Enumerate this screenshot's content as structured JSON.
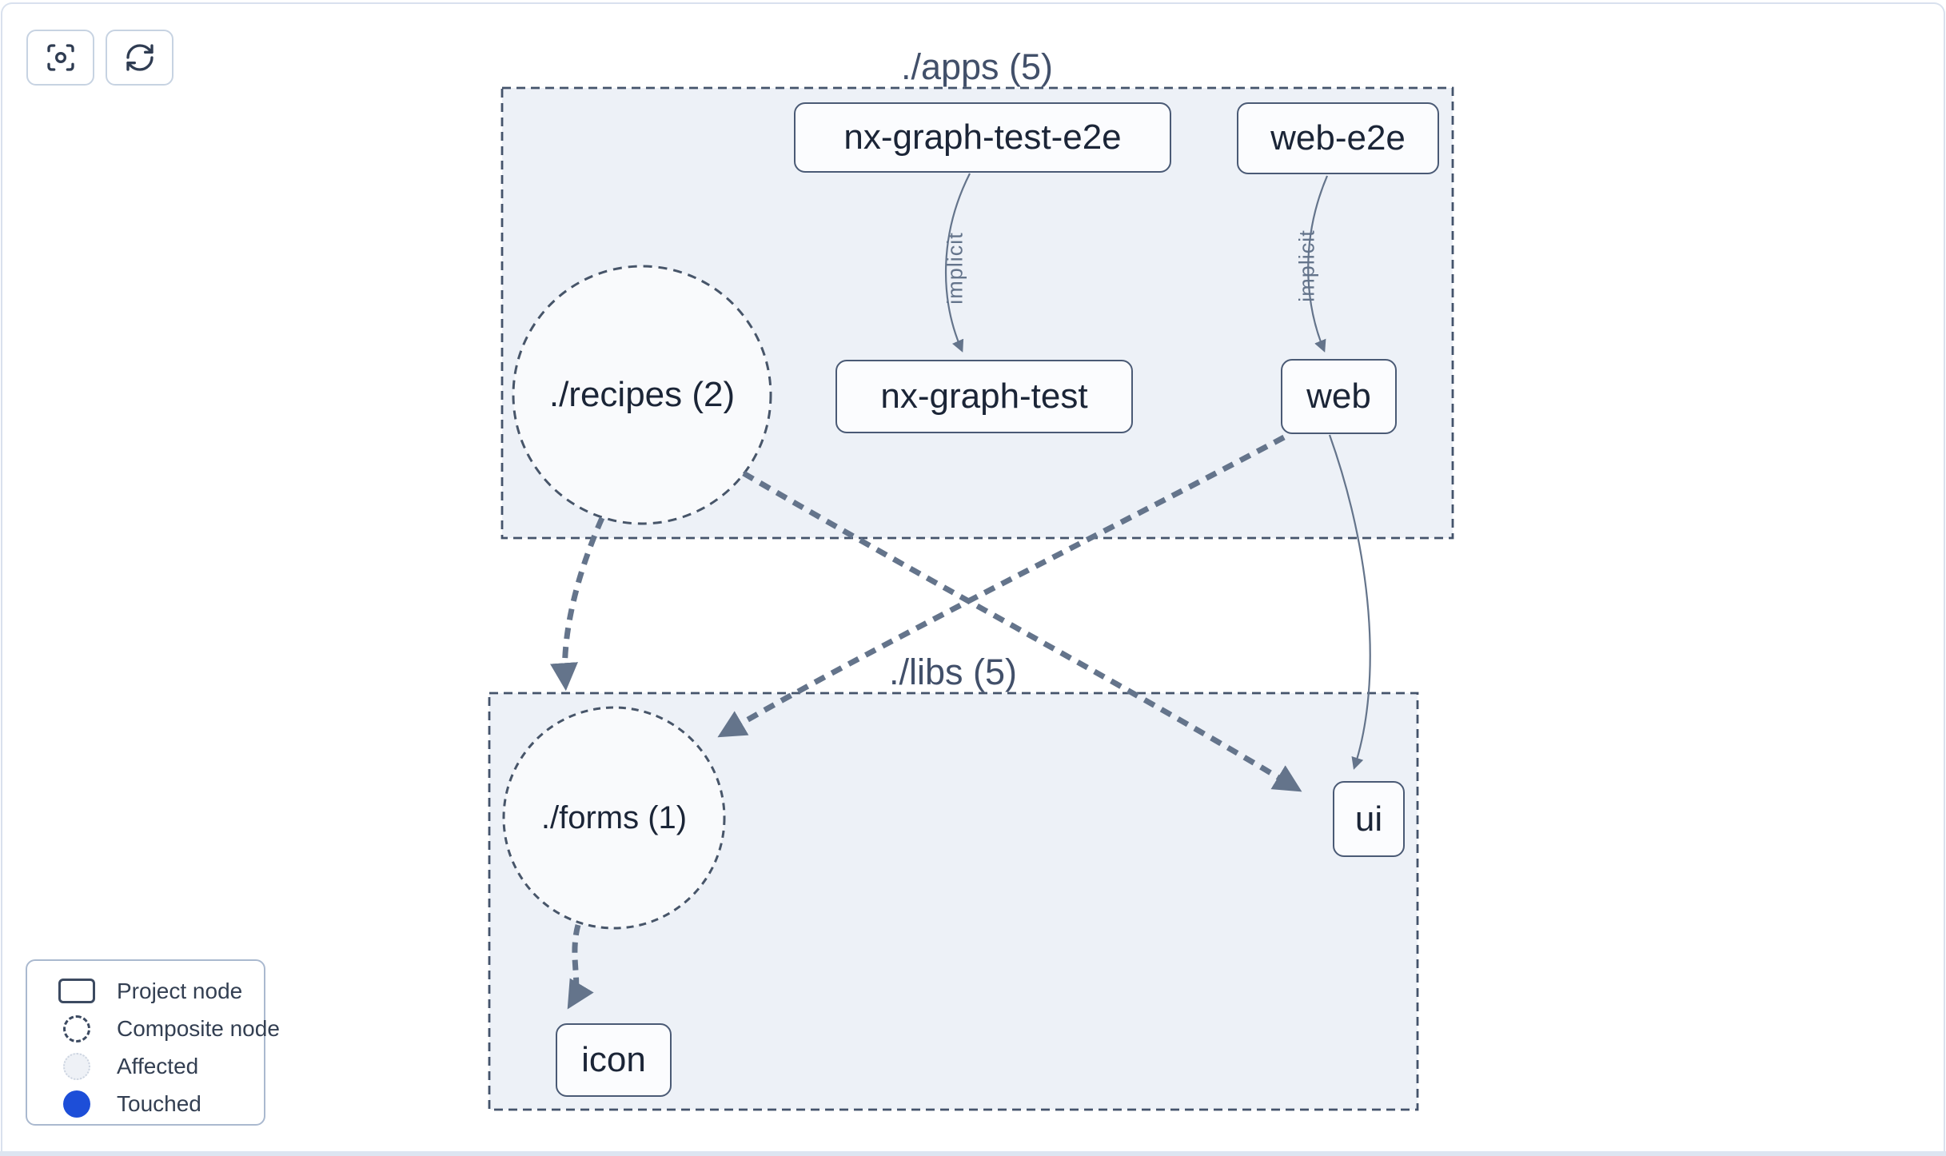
{
  "toolbar": {
    "buttons": [
      {
        "name": "center-graph",
        "icon": "focus-icon"
      },
      {
        "name": "refresh-graph",
        "icon": "refresh-icon"
      }
    ]
  },
  "graph": {
    "groups": [
      {
        "id": "apps",
        "label": "./apps (5)"
      },
      {
        "id": "libs",
        "label": "./libs (5)"
      }
    ],
    "nodes": [
      {
        "id": "nx-graph-test-e2e",
        "label": "nx-graph-test-e2e",
        "type": "project"
      },
      {
        "id": "web-e2e",
        "label": "web-e2e",
        "type": "project"
      },
      {
        "id": "recipes",
        "label": "./recipes (2)",
        "type": "composite"
      },
      {
        "id": "nx-graph-test",
        "label": "nx-graph-test",
        "type": "project"
      },
      {
        "id": "web",
        "label": "web",
        "type": "project"
      },
      {
        "id": "forms",
        "label": "./forms (1)",
        "type": "composite"
      },
      {
        "id": "ui",
        "label": "ui",
        "type": "project"
      },
      {
        "id": "icon",
        "label": "icon",
        "type": "project"
      }
    ],
    "edges": [
      {
        "from": "nx-graph-test-e2e",
        "to": "nx-graph-test",
        "label": "implicit",
        "style": "solid"
      },
      {
        "from": "web-e2e",
        "to": "web",
        "label": "implicit",
        "style": "solid"
      },
      {
        "from": "web",
        "to": "ui",
        "label": "",
        "style": "solid"
      },
      {
        "from": "recipes",
        "to": "forms",
        "label": "",
        "style": "dashed"
      },
      {
        "from": "recipes",
        "to": "ui",
        "label": "",
        "style": "dashed"
      },
      {
        "from": "web",
        "to": "forms",
        "label": "",
        "style": "dashed"
      },
      {
        "from": "forms",
        "to": "icon",
        "label": "",
        "style": "dashed"
      }
    ]
  },
  "legend": {
    "items": [
      {
        "label": "Project node",
        "swatch": "project-outline"
      },
      {
        "label": "Composite node",
        "swatch": "dashed-circle"
      },
      {
        "label": "Affected",
        "swatch": "light-circle"
      },
      {
        "label": "Touched",
        "swatch": "blue-circle"
      }
    ]
  },
  "colors": {
    "group_fill": "#edf1f7",
    "group_border": "#44536b",
    "node_border": "#4a5a75",
    "node_fill": "#fbfcfe",
    "edge": "#64748b",
    "text": "#1b2537",
    "touched_blue": "#1d4ed8",
    "frame_border": "#d9e1ee"
  }
}
